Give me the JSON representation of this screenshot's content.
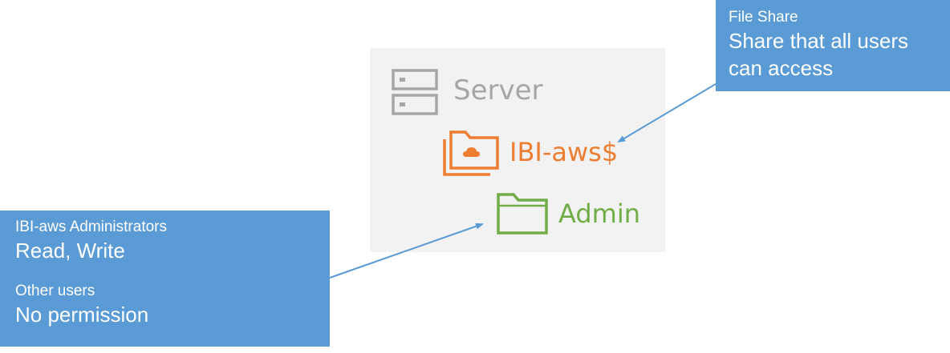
{
  "diagram": {
    "server": {
      "label": "Server",
      "icon": "server-icon",
      "color": "#a6a6a6"
    },
    "share": {
      "label": "IBI-aws$",
      "icon": "cloud-folder-icon",
      "color": "#ed7d31"
    },
    "folder": {
      "label": "Admin",
      "icon": "folder-icon",
      "color": "#70ad47"
    },
    "callout_share": {
      "title": "File Share",
      "description_line1": "Share that all users",
      "description_line2": "can access",
      "color": "#5b9bd5"
    },
    "callout_permissions": {
      "group1_title": "IBI-aws Administrators",
      "group1_permission": "Read, Write",
      "group2_title": "Other users",
      "group2_permission": "No permission",
      "color": "#5b9bd5"
    },
    "panel_color": "#f2f2f2",
    "connector_color": "#5b9bd5"
  }
}
